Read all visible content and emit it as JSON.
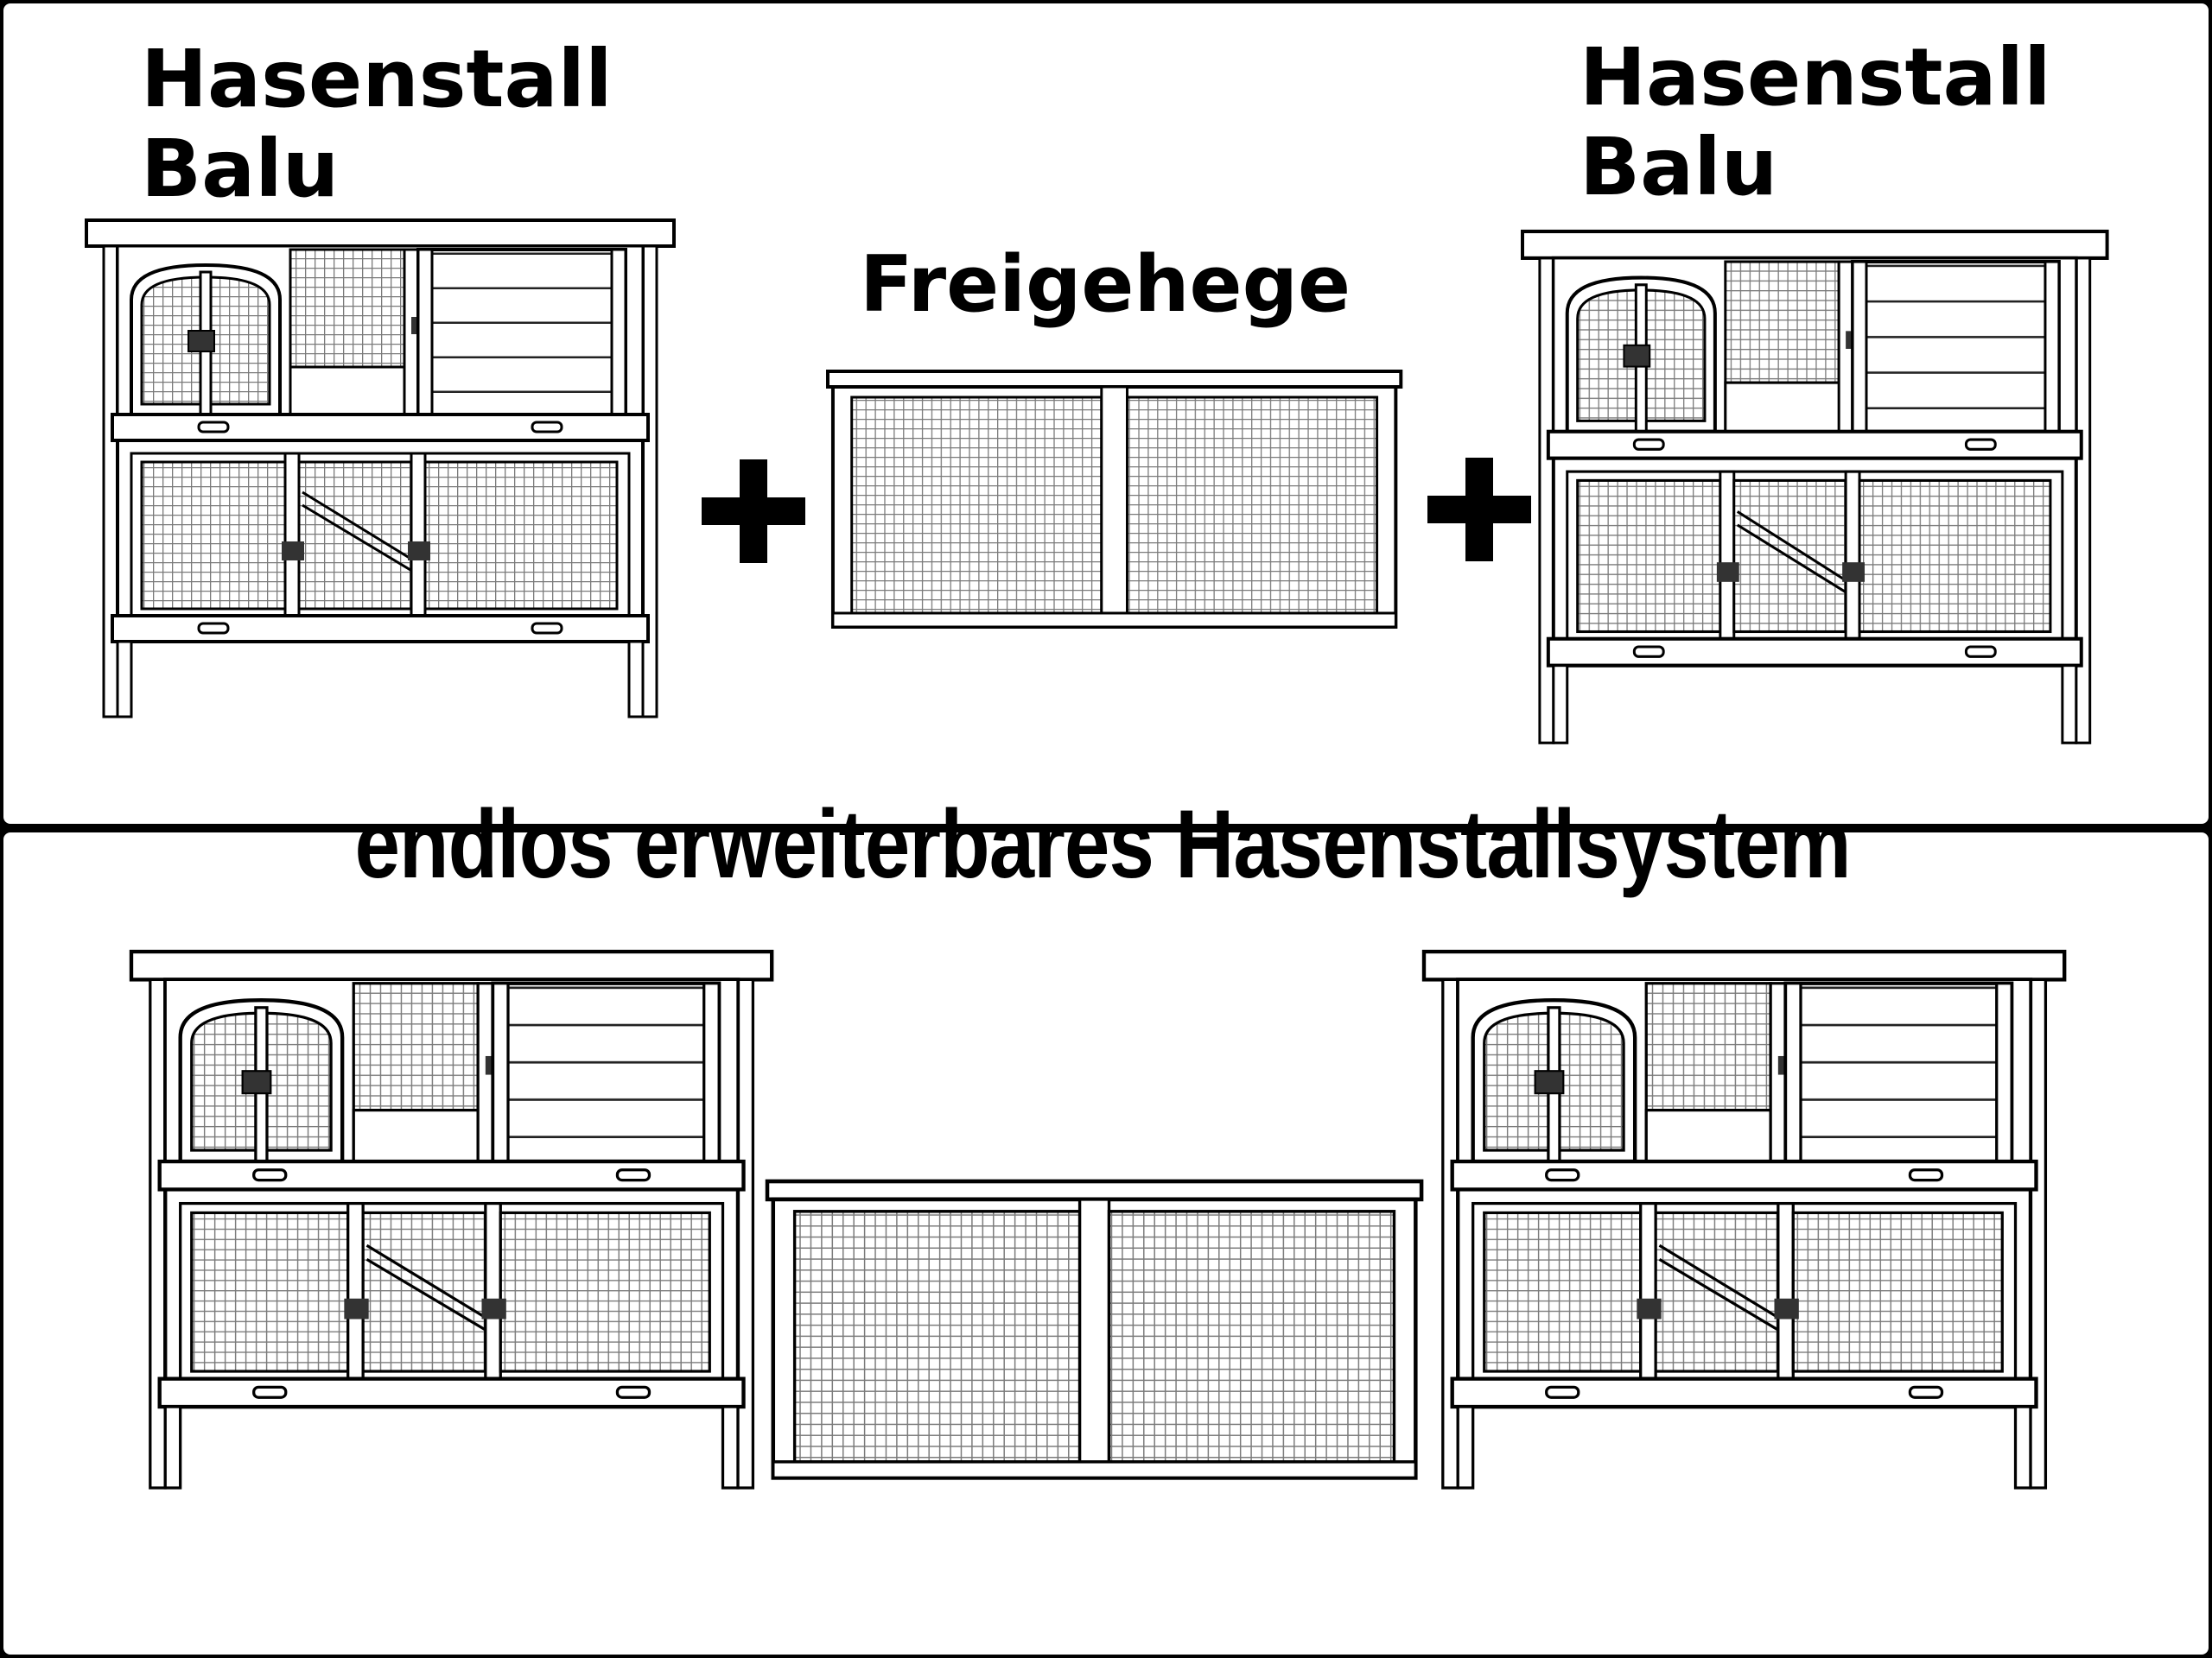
{
  "labels": {
    "hutch_left_line1": "Hasenstall",
    "hutch_left_line2": "Balu",
    "hutch_right_line1": "Hasenstall",
    "hutch_right_line2": "Balu",
    "run": "Freigehege"
  },
  "banner": "endlos erweiterbares Hasenstallsystem",
  "colors": {
    "background": "#000000",
    "panel": "#ffffff",
    "ink": "#000000",
    "mesh": "#8a8a8a"
  },
  "icons": [
    "plus-icon",
    "plus-icon"
  ]
}
